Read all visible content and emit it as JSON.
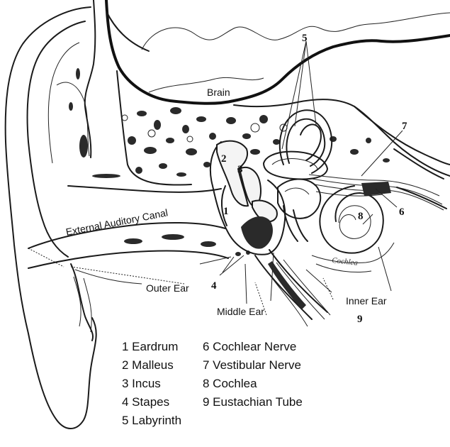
{
  "labels": {
    "brain": "Brain",
    "external_canal": "External Auditory Canal",
    "outer_ear": "Outer Ear",
    "middle_ear": "Middle Ear",
    "inner_ear": "Inner Ear",
    "cochlea_word": "Cochlea"
  },
  "markers": {
    "n1": "1",
    "n2": "2",
    "n3": "3",
    "n4": "4",
    "n5": "5",
    "n6": "6",
    "n7": "7",
    "n8": "8",
    "n9": "9"
  },
  "legend": {
    "col1": [
      "1 Eardrum",
      "2 Malleus",
      "3 Incus",
      "4 Stapes",
      "5 Labyrinth"
    ],
    "col2": [
      "6 Cochlear Nerve",
      "7 Vestibular Nerve",
      "8 Cochlea",
      "9 Eustachian Tube"
    ]
  }
}
